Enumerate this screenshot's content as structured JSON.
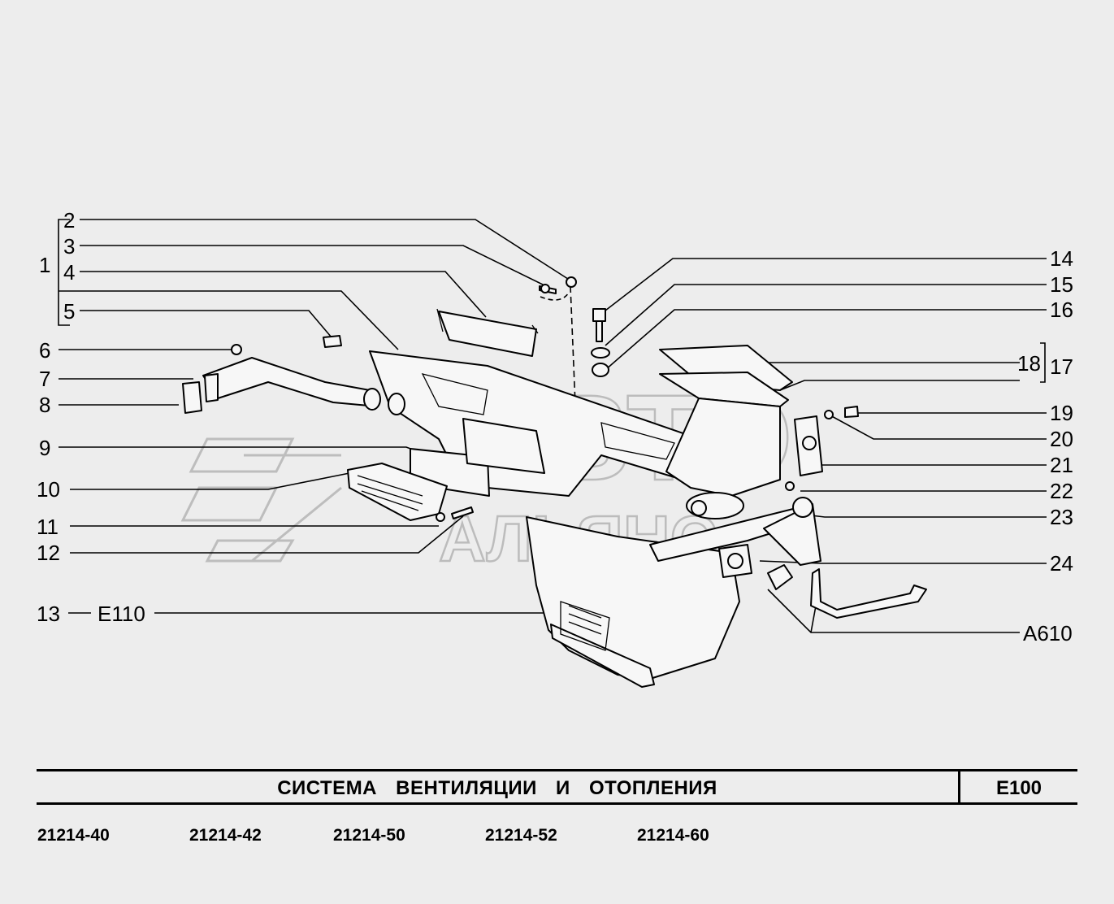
{
  "diagram": {
    "watermark": "АВТО АЛЬЯНС",
    "group_label": "1",
    "callouts_left": [
      "2",
      "3",
      "4",
      "5",
      "6",
      "7",
      "8",
      "9",
      "10",
      "11",
      "12",
      "13"
    ],
    "callouts_right": [
      "14",
      "15",
      "16",
      "18",
      "17",
      "19",
      "20",
      "21",
      "22",
      "23",
      "24"
    ],
    "ref_left": "E110",
    "ref_right": "A610"
  },
  "footer": {
    "title": "СИСТЕМА ВЕНТИЛЯЦИИ И ОТОПЛЕНИЯ",
    "code": "E100",
    "models": [
      "21214-40",
      "21214-42",
      "21214-50",
      "21214-52",
      "21214-60"
    ]
  }
}
